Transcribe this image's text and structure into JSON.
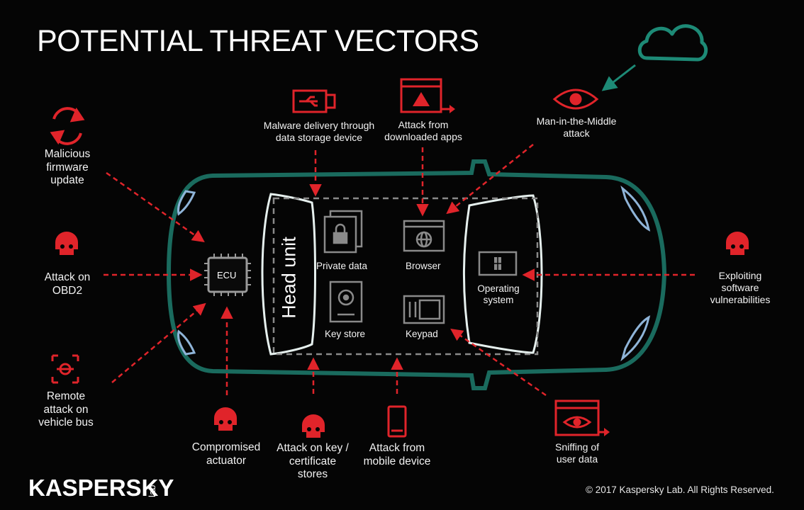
{
  "title": "POTENTIAL THREAT VECTORS",
  "colors": {
    "accent": "#e0242a",
    "car_outline": "#1a6b5e",
    "cloud": "#1d8a76",
    "panel": "#ffffff",
    "component": "#8a8a8a"
  },
  "center": {
    "head_unit": "Head unit",
    "ecu": "ECU",
    "components": [
      {
        "label": "Private data",
        "icon": "lock-document-icon"
      },
      {
        "label": "Browser",
        "icon": "browser-globe-icon"
      },
      {
        "label": "Key store",
        "icon": "disk-icon"
      },
      {
        "label": "Keypad",
        "icon": "keypad-icon"
      },
      {
        "label": "Operating system",
        "line1": "Operating",
        "line2": "system",
        "icon": "windows-screen-icon"
      }
    ]
  },
  "threats": {
    "malicious_firmware": {
      "line1": "Malicious",
      "line2": "firmware",
      "line3": "update",
      "icon": "refresh-icon"
    },
    "obd2": {
      "line1": "Attack on",
      "line2": "OBD2",
      "icon": "skull-icon"
    },
    "vehicle_bus": {
      "line1": "Remote",
      "line2": "attack on",
      "line3": "vehicle bus",
      "icon": "target-icon"
    },
    "actuator": {
      "line1": "Compromised",
      "line2": "actuator",
      "icon": "skull-icon"
    },
    "key_store": {
      "line1": "Attack on key /",
      "line2": "certificate",
      "line3": "stores",
      "icon": "skull-icon"
    },
    "mobile": {
      "line1": "Attack from",
      "line2": "mobile device",
      "icon": "phone-icon"
    },
    "malware_storage": {
      "line1": "Malware delivery through",
      "line2": "data storage device",
      "icon": "usb-icon"
    },
    "downloaded_apps": {
      "line1": "Attack from",
      "line2": "downloaded apps",
      "icon": "warning-window-icon"
    },
    "mitm": {
      "line1": "Man-in-the-Middle",
      "line2": "attack",
      "icon": "eye-icon"
    },
    "software_vuln": {
      "line1": "Exploiting",
      "line2": "software",
      "line3": "vulnerabilities",
      "icon": "skull-icon"
    },
    "sniffing": {
      "line1": "Sniffing of",
      "line2": "user data",
      "icon": "eye-window-icon"
    }
  },
  "footer": {
    "logo": "KASPERSKY",
    "logo_suffix": "lab",
    "copyright": "© 2017 Kaspersky Lab. All Rights Reserved."
  }
}
